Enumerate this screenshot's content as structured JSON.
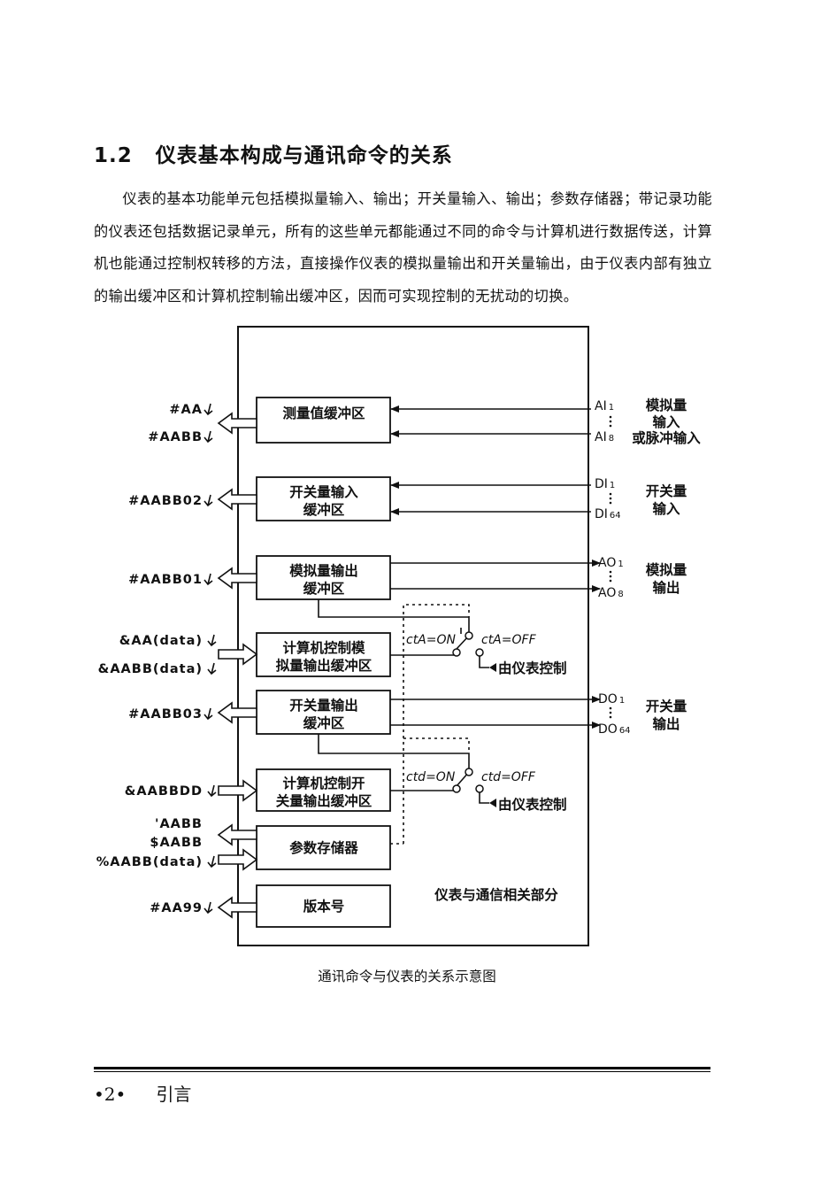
{
  "section": {
    "number": "1.2",
    "title": "仪表基本构成与通讯命令的关系"
  },
  "paragraph": "仪表的基本功能单元包括模拟量输入、输出；开关量输入、输出；参数存储器；带记录功能的仪表还包括数据记录单元，所有的这些单元都能通过不同的命令与计算机进行数据传送，计算机也能通过控制权转移的方法，直接操作仪表的模拟量输出和开关量输出，由于仪表内部有独立的输出缓冲区和计算机控制输出缓冲区，因而可实现控制的无扰动的切换。",
  "diagram": {
    "boxes": {
      "measure": [
        "测量值缓冲区"
      ],
      "di": [
        "开关量输入",
        "缓冲区"
      ],
      "ao": [
        "模拟量输出",
        "缓冲区"
      ],
      "pc_ao": [
        "计算机控制模",
        "拟量输出缓冲区"
      ],
      "do": [
        "开关量输出",
        "缓冲区"
      ],
      "pc_do": [
        "计算机控制开",
        "关量输出缓冲区"
      ],
      "param": [
        "参数存储器"
      ],
      "version": [
        "版本号"
      ]
    },
    "commands": {
      "aa": "#AA",
      "aabb": "#AABB",
      "aabb02": "#AABB02",
      "aabb01": "#AABB01",
      "amp_aa_data": "&AA(data)",
      "amp_aabb_data": "&AABB(data)",
      "aabb03": "#AABB03",
      "amp_aabbdd": "&AABBDD",
      "quote_aabb": "'AABB",
      "dollar_aabb": "$AABB",
      "pct_aabb_data": "%AABB(data)",
      "aa99": "#AA99"
    },
    "signals": {
      "ai1": {
        "name": "AI",
        "sub": "1"
      },
      "ai8": {
        "name": "AI",
        "sub": "8"
      },
      "di1": {
        "name": "DI",
        "sub": "1"
      },
      "di64": {
        "name": "DI",
        "sub": "64"
      },
      "ao1": {
        "name": "AO",
        "sub": "1"
      },
      "ao8": {
        "name": "AO",
        "sub": "8"
      },
      "do1": {
        "name": "DO",
        "sub": "1"
      },
      "do64": {
        "name": "DO",
        "sub": "64"
      }
    },
    "side_labels": {
      "ai": [
        "模拟量",
        "输入"
      ],
      "ai_pulse": "或脉冲输入",
      "di": [
        "开关量",
        "输入"
      ],
      "ao": [
        "模拟量",
        "输出"
      ],
      "do": [
        "开关量",
        "输出"
      ]
    },
    "switches": {
      "cta_on": "ctA=ON",
      "cta_off": "ctA=OFF",
      "ctd_on": "ctd=ON",
      "ctd_off": "ctd=OFF",
      "by_instrument": "由仪表控制"
    },
    "frame_label": "仪表与通信相关部分"
  },
  "caption": "通讯命令与仪表的关系示意图",
  "footer": {
    "page": "•2•",
    "chapter": "引言"
  }
}
